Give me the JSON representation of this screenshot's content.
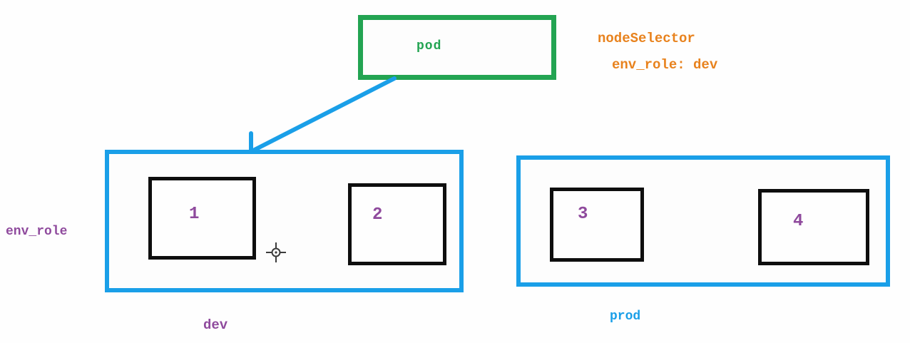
{
  "diagram": {
    "pod": {
      "label": "pod"
    },
    "annotation": {
      "line1": "nodeSelector",
      "line2": "env_role: dev"
    },
    "axis_label": "env_role",
    "nodes": [
      {
        "id": "dev",
        "label": "dev",
        "machines": [
          {
            "label": "1"
          },
          {
            "label": "2"
          }
        ]
      },
      {
        "id": "prod",
        "label": "prod",
        "machines": [
          {
            "label": "3"
          },
          {
            "label": "4"
          }
        ]
      }
    ],
    "icons": {
      "cursor": "crosshair-cursor-icon"
    },
    "colors": {
      "green": "#23a452",
      "blue": "#1a9fe8",
      "orange": "#e8821d",
      "purple": "#8f4a9d",
      "box_black": "#0e0e0e",
      "cursor_gray": "#3c3c3c"
    }
  }
}
